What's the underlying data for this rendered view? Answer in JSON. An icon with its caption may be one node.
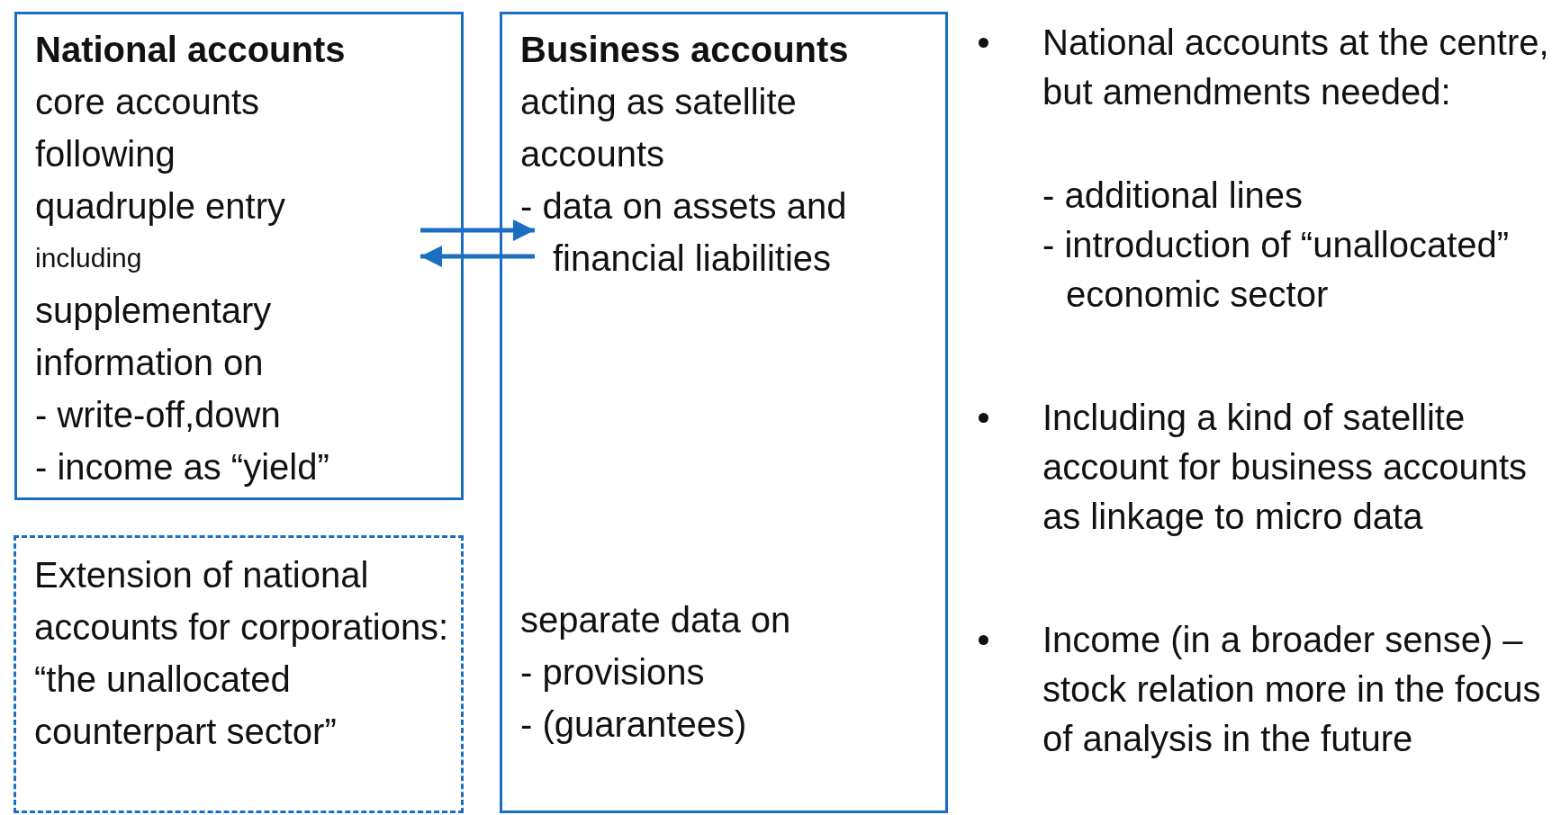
{
  "diagram": {
    "nodes": [
      {
        "text": [
          "National accounts",
          "core accounts following quadruple entry",
          "including",
          "supplementary information on",
          "- write-off,down",
          "- income as “yield”"
        ]
      },
      {
        "text": [
          "Extension of national accounts for corporations:",
          "“the unallocated counterpart sector”"
        ]
      },
      {
        "text": [
          "Business accounts",
          "acting as satellite accounts",
          "- data on assets and financial liabilities",
          "separate data on",
          "- provisions",
          "- (guarantees)"
        ]
      }
    ],
    "edges": [
      {
        "from": 0,
        "to": 2,
        "arrow": "to"
      },
      {
        "from": 2,
        "to": 0,
        "arrow": "to"
      }
    ],
    "labels": [
      "National accounts at the centre, but amendments needed:",
      "- additional lines",
      "- introduction of “unallocated” economic sector",
      "Including a kind of satellite account for business accounts as linkage to micro data",
      "Income (in a broader sense) – stock relation more in the focus of analysis in the future"
    ]
  }
}
